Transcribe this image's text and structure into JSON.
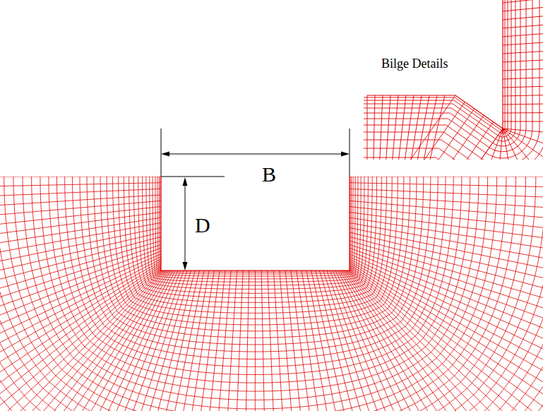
{
  "diagram": {
    "labels": [
      "B",
      "D",
      "Bilge Details"
    ]
  }
}
